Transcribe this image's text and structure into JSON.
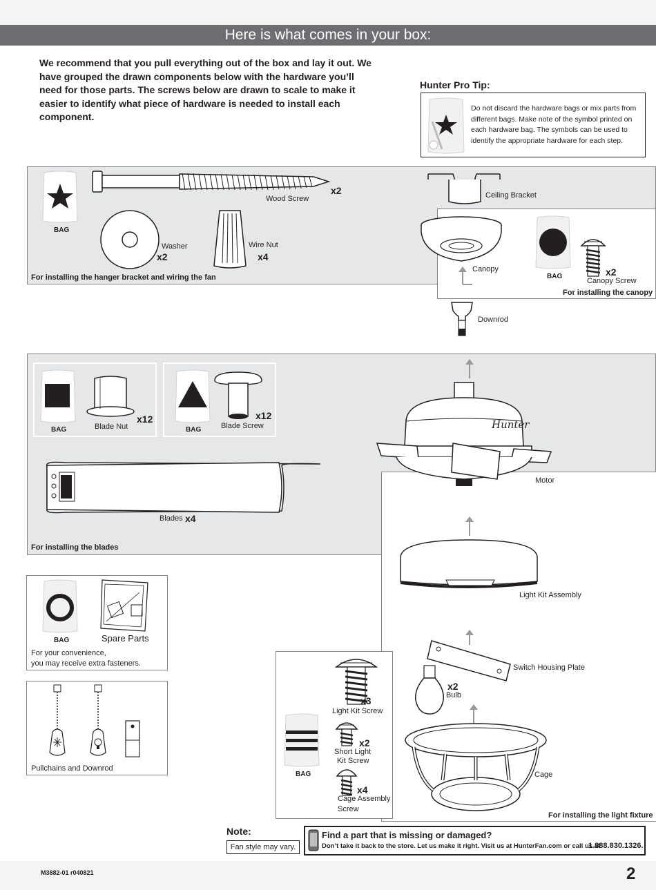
{
  "header": {
    "title": "Here is what comes in your box:"
  },
  "intro": "We recommend that you pull everything out of the box and lay it out. We have grouped the drawn components below with the hardware you’ll need for those parts. The screws below are drawn to scale to make it easier to identify what piece of hardware is needed to install each component.",
  "tip": {
    "title": "Hunter Pro Tip:",
    "text": "Do not discard the hardware bags or mix parts from different bags. Make note of the symbol printed on each hardware bag. The symbols can be used to identify the appropriate hardware for each step."
  },
  "bag_label": "BAG",
  "hanger": {
    "wood_screw": "Wood Screw",
    "wood_screw_qty": "x2",
    "washer": "Washer",
    "washer_qty": "x2",
    "wire_nut": "Wire Nut",
    "wire_nut_qty": "x4",
    "footer": "For installing the hanger bracket and wiring the fan"
  },
  "canopy_group": {
    "ceiling_bracket": "Ceiling Bracket",
    "canopy": "Canopy",
    "canopy_screw": "Canopy Screw",
    "canopy_screw_qty": "x2",
    "footer": "For installing the canopy",
    "downrod": "Downrod"
  },
  "blades_group": {
    "blade_nut": "Blade Nut",
    "blade_nut_qty": "x12",
    "blade_screw": "Blade Screw",
    "blade_screw_qty": "x12",
    "blades": "Blades",
    "blades_qty": "x4",
    "footer": "For installing the blades"
  },
  "motor": {
    "label": "Motor",
    "logo": "Hunter"
  },
  "spare": {
    "title": "Spare Parts",
    "line1": "For your convenience,",
    "line2": "you may receive extra fasteners."
  },
  "pullchains": {
    "label": "Pullchains and Downrod"
  },
  "light": {
    "light_kit_assembly": "Light Kit Assembly",
    "switch_housing_plate": "Switch Housing Plate",
    "bulb": "Bulb",
    "bulb_qty": "x2",
    "cage": "Cage",
    "light_kit_screw": "Light Kit Screw",
    "light_kit_screw_qty": "x3",
    "short_screw_1": "Short Light",
    "short_screw_2": "Kit Screw",
    "short_screw_qty": "x2",
    "cage_screw_1": "Cage Assembly",
    "cage_screw_2": "Screw",
    "cage_screw_qty": "x4",
    "footer": "For installing the light fixture"
  },
  "note": {
    "title": "Note:",
    "text": "Fan style may vary."
  },
  "missing": {
    "title": "Find a part that is missing or damaged?",
    "text": "Don’t take it back to the store. Let us make it right. Visit us at HunterFan.com or call us at",
    "phone": "1.888.830.1326."
  },
  "footer": {
    "doc_id": "M3882-01 r040821",
    "page": "2"
  }
}
